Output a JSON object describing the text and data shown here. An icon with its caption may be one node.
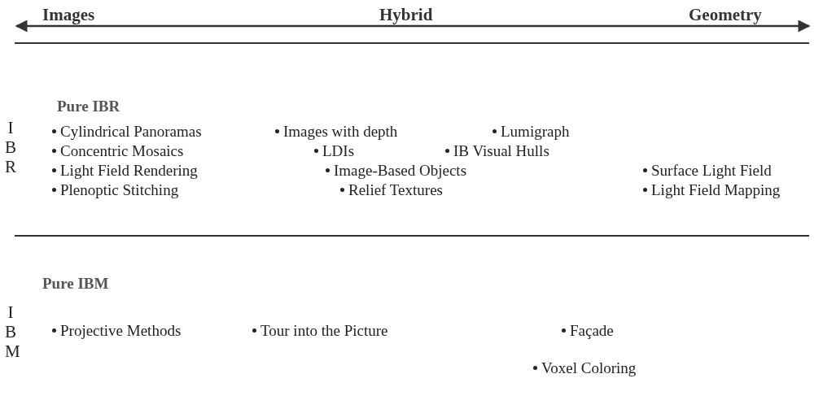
{
  "diagram": {
    "labels": [
      "Images",
      "Hybrid",
      "Geometry",
      "Pure IBR",
      "IBR",
      "Cylindrical Panoramas",
      "Images with depth",
      "Lumigraph",
      "Concentric Mosaics",
      "LDIs",
      "IB Visual Hulls",
      "Light Field Rendering",
      "Image-Based Objects",
      "Surface Light Field",
      "Plenoptic Stitching",
      "Relief Textures",
      "Light Field Mapping",
      "Pure IBM",
      "IBM",
      "Projective Methods",
      "Tour into the Picture",
      "Façade",
      "Voxel Coloring"
    ]
  }
}
